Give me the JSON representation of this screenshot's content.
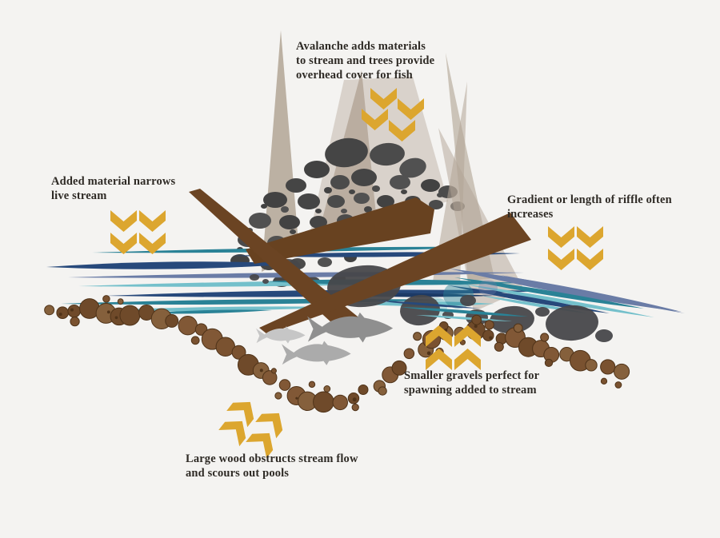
{
  "annotations": {
    "avalanche": {
      "text": "Avalanche adds materials\nto stream and trees provide\noverhead cover for fish"
    },
    "narrows": {
      "text": "Added material narrows\nlive stream"
    },
    "riffle": {
      "text": "Gradient or length of riffle often\nincreases"
    },
    "gravels": {
      "text": "Smaller gravels perfect for\nspawning added to stream"
    },
    "wood": {
      "text": "Large wood obstructs stream flow\nand scours out pools"
    }
  },
  "icons": {
    "chevron_down": "chevron-down-arrow",
    "chevron_up": "chevron-up-arrow"
  },
  "palette": {
    "background": "#f4f3f1",
    "text": "#2e2a25",
    "gold": "#dca62f",
    "tan": "#b2a495",
    "log": "#6b4423",
    "boulder": "#474747",
    "gravel": [
      "#7a5230",
      "#815836",
      "#6f4a2a",
      "#85603c"
    ],
    "gravel_stroke": "#4f3319",
    "water_navy": "#27497b",
    "water_dark_navy": "#1c3a66",
    "water_teal": "#2a8296",
    "water_light_teal": "#74c0cb",
    "water_slate": "#6a7ca6",
    "fish_light": "#c6c6c6",
    "fish_medium": "#ababab",
    "fish_dark": "#8f8f8f"
  }
}
